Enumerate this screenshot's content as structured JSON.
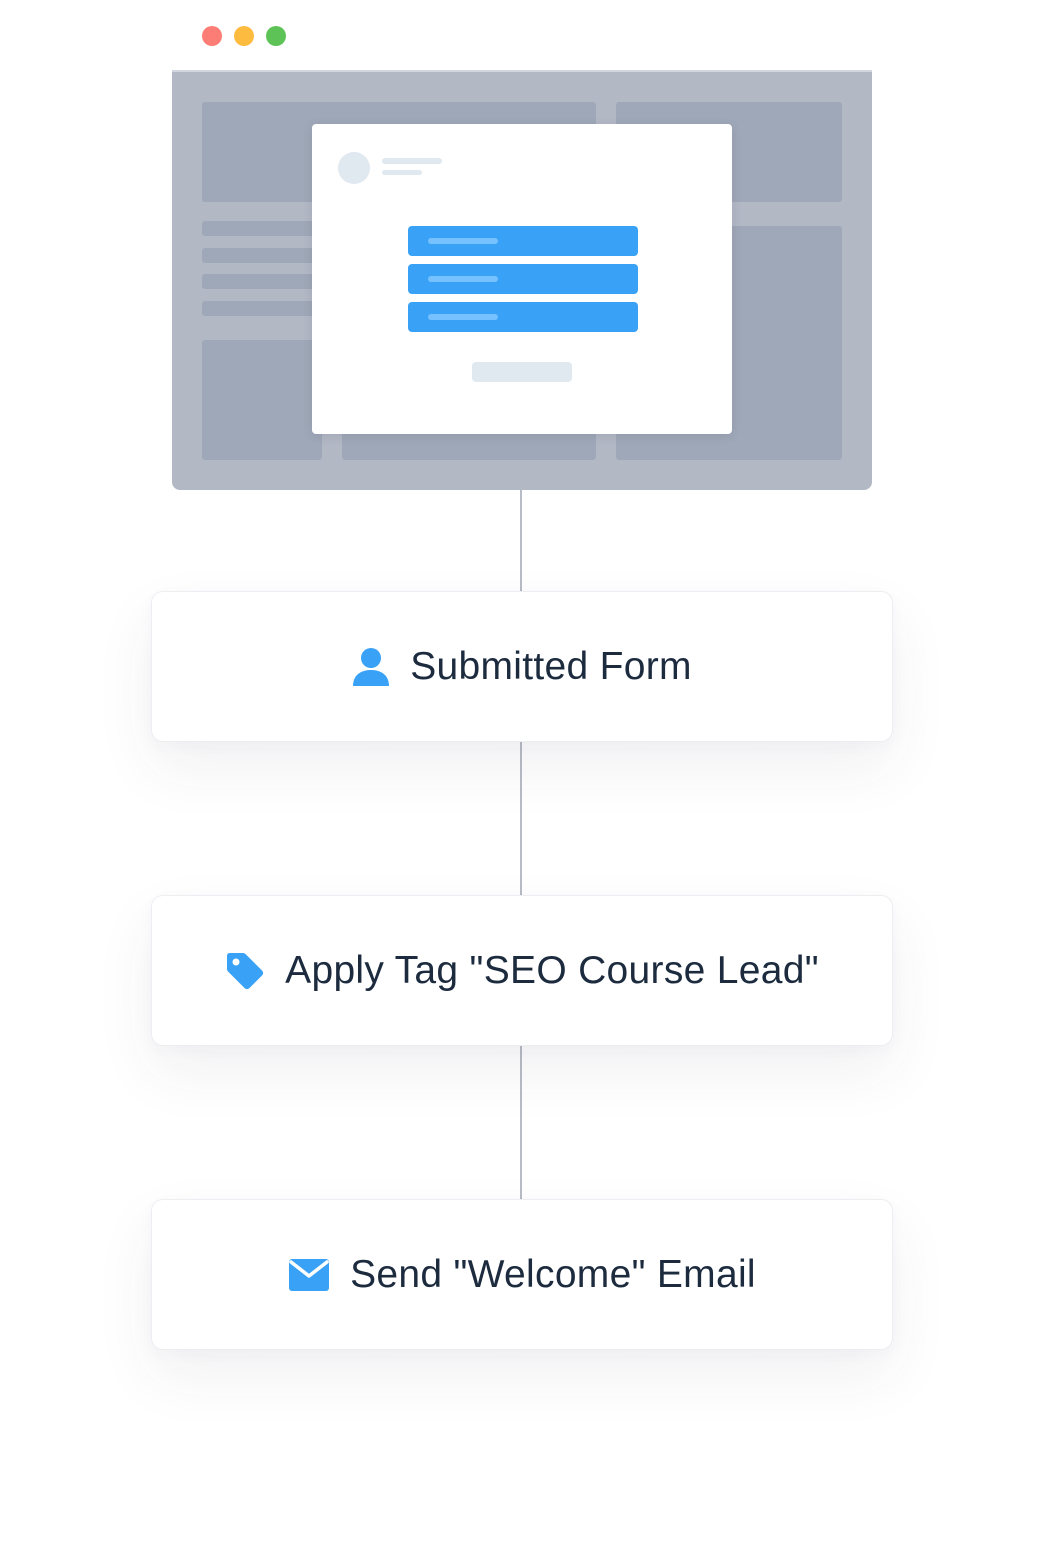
{
  "window_controls": {
    "close_color": "#fc7d76",
    "minimize_color": "#fdbc40",
    "maximize_color": "#5ec357"
  },
  "colors": {
    "accent": "#39a2f6",
    "text": "#1d2b3f",
    "connector": "#b7bcc6",
    "browser_bg": "#b3b8c5",
    "placeholder": "#9fa8b8"
  },
  "steps": [
    {
      "icon": "user-icon",
      "label": "Submitted Form"
    },
    {
      "icon": "tag-icon",
      "label": "Apply Tag \"SEO Course Lead\""
    },
    {
      "icon": "envelope-icon",
      "label": "Send \"Welcome\" Email"
    }
  ]
}
